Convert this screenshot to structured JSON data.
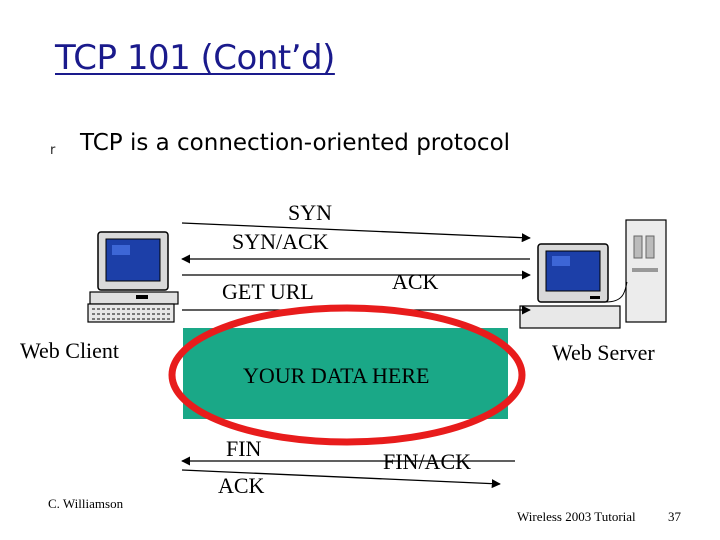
{
  "slide": {
    "title": "TCP 101 (Cont’d)",
    "bullet": "TCP is a connection-oriented protocol",
    "bullet_marker": "r"
  },
  "diagram": {
    "client_label": "Web Client",
    "server_label": "Web Server",
    "messages": {
      "syn": "SYN",
      "syn_ack": "SYN/ACK",
      "get_url": "GET URL",
      "ack1": "ACK",
      "data": "YOUR DATA HERE",
      "fin": "FIN",
      "fin_ack": "FIN/ACK",
      "ack2": "ACK"
    },
    "colors": {
      "data_box": "#1aa887",
      "highlight_ring": "#e81c1c",
      "title": "#1a1a8c"
    }
  },
  "footer": {
    "author": "C. Williamson",
    "event": "Wireless 2003 Tutorial",
    "page_number": "37"
  }
}
